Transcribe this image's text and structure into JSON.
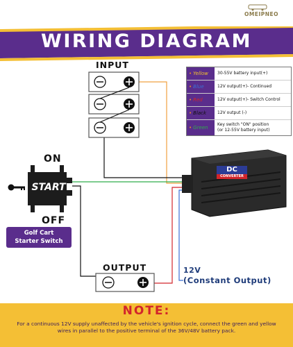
{
  "brand": "OMEIPNEO",
  "title": "WIRING DIAGRAM",
  "labels": {
    "input": "INPUT",
    "output": "OUTPUT",
    "on": "ON",
    "off": "OFF",
    "start": "START",
    "switch_caption_line1": "Golf Cart",
    "switch_caption_line2": "Starter Switch",
    "output_voltage": "12V",
    "output_voltage_sub": "(Constant Output)"
  },
  "converter": {
    "badge": "DC",
    "sub": "CONVERTER"
  },
  "legend": [
    {
      "color_name": "Yellow",
      "color": "#f2c12e",
      "description": "30-55V battery input(+)"
    },
    {
      "color_name": "Blue",
      "color": "#3b6fd4",
      "description": "12V output(+)- Continued"
    },
    {
      "color_name": "Red",
      "color": "#d2252b",
      "description": "12V output(+)- Switch Control"
    },
    {
      "color_name": "Black",
      "color": "#111111",
      "description": "12V output (-)"
    },
    {
      "color_name": "Green",
      "color": "#2eae4a",
      "description_line1": "Key switch \"ON\" position",
      "description_line2": "(or 12-55V battery input)"
    }
  ],
  "terminal_symbols": {
    "minus": "−",
    "plus": "+"
  },
  "note": {
    "title": "NOTE:",
    "text": "For a continuous 12V supply unaffected by the vehicle's ignition cycle, connect the green and yellow wires in parallel to the positive terminal of the 36V/48V battery pack."
  },
  "colors": {
    "purple": "#5a2d8c",
    "yellow_band": "#f4bf35",
    "orange_wire": "#f0a040",
    "blue_wire": "#3b6fd4",
    "red_wire": "#d2252b",
    "green_wire": "#2eae4a"
  }
}
